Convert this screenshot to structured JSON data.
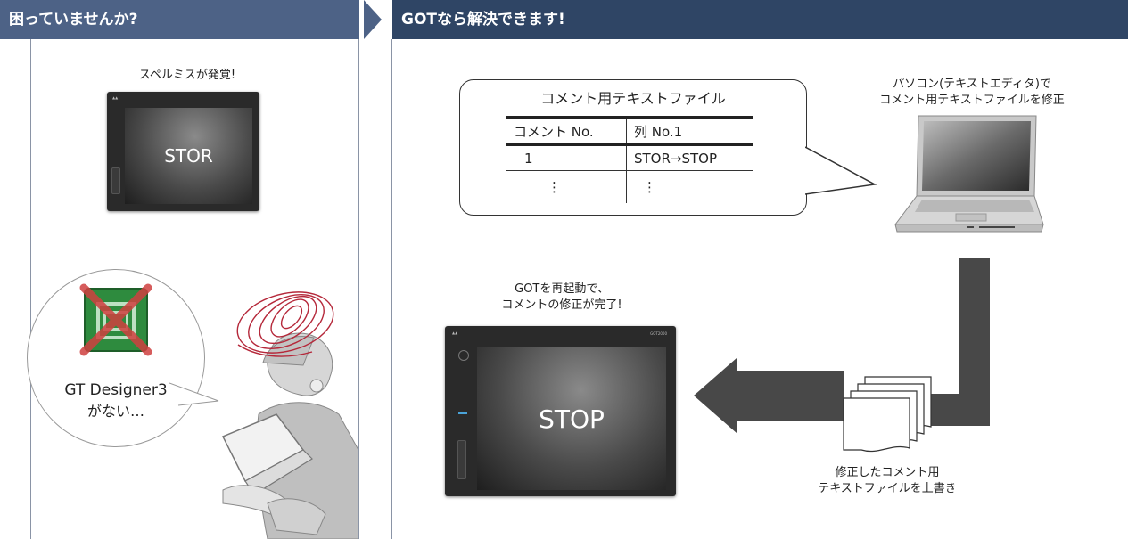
{
  "left_panel": {
    "header": "困っていませんか?",
    "caption_top": "スペルミスが発覚!",
    "screen_text": "STOR",
    "bubble_line1": "GT Designer3",
    "bubble_line2": "がない…"
  },
  "right_panel": {
    "header": "GOTなら解決できます!",
    "comment_file": {
      "title": "コメント用テキストファイル",
      "columns": [
        "コメント No.",
        "列 No.1"
      ],
      "rows": [
        [
          "1",
          "STOR→STOP"
        ],
        [
          "⋮",
          "⋮"
        ]
      ]
    },
    "pc_caption_line1": "パソコン(テキストエディタ)で",
    "pc_caption_line2": "コメント用テキストファイルを修正",
    "got_caption_line1": "GOTを再起動で、",
    "got_caption_line2": "コメントの修正が完了!",
    "screen_text": "STOP",
    "file_caption_line1": "修正したコメント用",
    "file_caption_line2": "テキストファイルを上書き"
  },
  "colors": {
    "left_header": "#4d6286",
    "right_header": "#2f4565",
    "arrow": "#484848",
    "scribble": "#b5283a",
    "excel_green": "#2e8b3e",
    "cross_red": "#d04040"
  }
}
